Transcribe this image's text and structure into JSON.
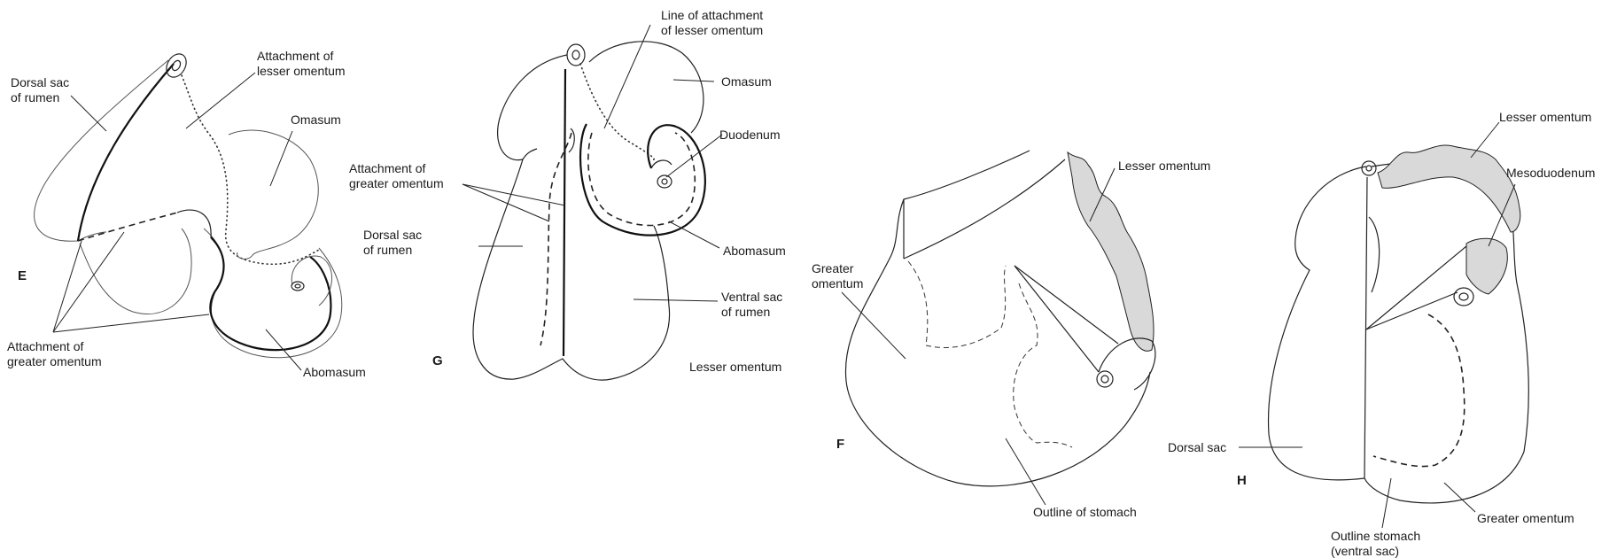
{
  "panels": {
    "E": {
      "letter": "E",
      "labels": {
        "dorsal_sac": [
          "Dorsal sac",
          "of rumen"
        ],
        "lesser_omentum": [
          "Attachment of",
          "lesser omentum"
        ],
        "omasum": [
          "Omasum"
        ],
        "greater_omentum": [
          "Attachment of",
          "greater omentum"
        ],
        "abomasum": [
          "Abomasum"
        ]
      }
    },
    "G": {
      "letter": "G",
      "labels": {
        "lesser_attach": [
          "Line of attachment",
          "of lesser omentum"
        ],
        "omasum": [
          "Omasum"
        ],
        "duodenum": [
          "Duodenum"
        ],
        "greater_attach": [
          "Attachment of",
          "greater omentum"
        ],
        "dorsal_sac": [
          "Dorsal sac",
          "of rumen"
        ],
        "abomasum": [
          "Abomasum"
        ],
        "ventral_sac": [
          "Ventral sac",
          "of rumen"
        ],
        "lesser_omentum": [
          "Lesser omentum"
        ]
      }
    },
    "F": {
      "letter": "F",
      "labels": {
        "lesser_omentum": [
          "Lesser omentum"
        ],
        "greater_omentum": [
          "Greater",
          "omentum"
        ],
        "outline_stomach": [
          "Outline of stomach"
        ]
      }
    },
    "H": {
      "letter": "H",
      "labels": {
        "lesser_omentum": [
          "Lesser omentum"
        ],
        "mesoduodenum": [
          "Mesoduodenum"
        ],
        "dorsal_sac": [
          "Dorsal sac"
        ],
        "greater_omentum": [
          "Greater omentum"
        ],
        "outline_stomach": [
          "Outline stomach",
          "(ventral sac)"
        ]
      }
    }
  }
}
